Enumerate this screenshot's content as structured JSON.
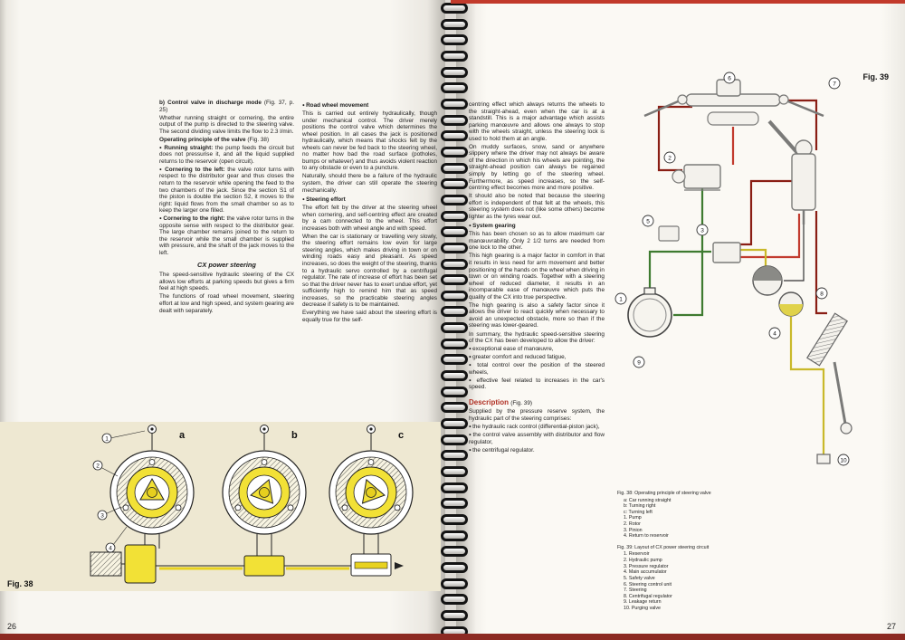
{
  "colors": {
    "diagram_yellow": "#f2e136",
    "line_dark_red": "#8a1e14",
    "line_red": "#c23b2e",
    "line_green": "#3e7b30",
    "line_yellow": "#c9b92a",
    "accent_red": "#b03024",
    "panel_cream": "#eee8d2"
  },
  "left_page": {
    "page_number": "26",
    "fig_label": "Fig. 38",
    "col1": [
      {
        "kind": "p",
        "lead": "b) Control valve in discharge mode",
        "text": "(Fig. 37, p. 25)"
      },
      {
        "kind": "p",
        "text": "Whether running straight or cornering, the entire output of the pump is directed to the steering valve. The second dividing valve limits the flow to 2.3 l/min."
      },
      {
        "kind": "p",
        "lead": "Operating principle of the valve",
        "text": "(Fig. 38)"
      },
      {
        "kind": "p",
        "bullet": true,
        "lead": "Running straight:",
        "text": "the pump feeds the circuit but does not pressurise it, and all the liquid supplied returns to the reservoir (open circuit)."
      },
      {
        "kind": "p",
        "bullet": true,
        "lead": "Cornering to the left:",
        "text": "the valve rotor turns with respect to the distributor gear and thus closes the return to the reservoir while opening the feed to the two chambers of the jack. Since the section S1 of the piston is double the section S2, it moves to the right: liquid flows from the small chamber so as to keep the larger one filled."
      },
      {
        "kind": "p",
        "bullet": true,
        "lead": "Cornering to the right:",
        "text": "the valve rotor turns in the opposite sense with respect to the distributor gear. The large chamber remains joined to the return to the reservoir while the small chamber is supplied with pressure, and the shaft of the jack moves to the left."
      },
      {
        "kind": "ih",
        "text": "CX power steering"
      },
      {
        "kind": "p",
        "text": "The speed-sensitive hydraulic steering of the CX allows low efforts at parking speeds but gives a firm feel at high speeds."
      },
      {
        "kind": "p",
        "text": "The functions of road wheel movement, steering effort at low and high speed, and system gearing are dealt with separately."
      }
    ],
    "col2": [
      {
        "kind": "bh",
        "bullet": true,
        "lead": "Road wheel movement"
      },
      {
        "kind": "p",
        "text": "This is carried out entirely hydraulically, though under mechanical control. The driver merely positions the control valve which determines the wheel position. In all cases the jack is positioned hydraulically, which means that shocks felt by the wheels can never be fed back to the steering wheel, no matter how bad the road surface (potholes, bumps or whatever) and thus avoids violent reaction to any obstacle or even to a puncture."
      },
      {
        "kind": "p",
        "text": "Naturally, should there be a failure of the hydraulic system, the driver can still operate the steering mechanically."
      },
      {
        "kind": "bh",
        "bullet": true,
        "lead": "Steering effort"
      },
      {
        "kind": "p",
        "text": "The effort felt by the driver at the steering wheel when cornering, and self-centring effect are created by a cam connected to the wheel. This effort increases both with wheel angle and with speed."
      },
      {
        "kind": "p",
        "text": "When the car is stationary or travelling very slowly, the steering effort remains low even for large steering angles, which makes driving in town or on winding roads easy and pleasant. As speed increases, so does the weight of the steering, thanks to a hydraulic servo controlled by a centrifugal regulator. The rate of increase of effort has been set so that the driver never has to exert undue effort, yet sufficiently high to remind him that as speed increases, so the practicable steering angles decrease if safety is to be maintained."
      },
      {
        "kind": "p",
        "text": "Everything we have said about the steering effort is equally true for the self-"
      }
    ],
    "fig38": {
      "labels": [
        "a",
        "b",
        "c"
      ],
      "callouts": [
        "1",
        "2",
        "3",
        "4"
      ]
    }
  },
  "right_page": {
    "page_number": "27",
    "fig_label": "Fig. 39",
    "col3": [
      {
        "kind": "p",
        "text": "centring effect which always returns the wheels to the straight-ahead, even when the car is at a standstill. This is a major advantage which assists parking manœuvre and allows one always to stop with the wheels straight, unless the steering lock is used to hold them at an angle."
      },
      {
        "kind": "p",
        "text": "On muddy surfaces, snow, sand or anywhere slippery where the driver may not always be aware of the direction in which his wheels are pointing, the straight-ahead position can always be regained simply by letting go of the steering wheel. Furthermore, as speed increases, so the self-centring effect becomes more and more positive."
      },
      {
        "kind": "p",
        "text": "It should also be noted that because the steering effort is independent of that felt at the wheels, this steering system does not (like some others) become lighter as the tyres wear out."
      },
      {
        "kind": "bh",
        "bullet": true,
        "lead": "System gearing"
      },
      {
        "kind": "p",
        "text": "This has been chosen so as to allow maximum car manœuvrability. Only 2 1/2 turns are needed from one lock to the other."
      },
      {
        "kind": "p",
        "text": "This high gearing is a major factor in comfort in that it results in less need for arm movement and better positioning of the hands on the wheel when driving in town or on winding roads. Together with a steering wheel of reduced diameter, it results in an incomparable ease of manœuvre which puts the quality of the CX into true perspective."
      },
      {
        "kind": "p",
        "text": "The high gearing is also a safety factor since it allows the driver to react quickly when necessary to avoid an unexpected obstacle, more so than if the steering was lower-geared."
      },
      {
        "kind": "p",
        "text": "In summary, the hydraulic speed-sensitive steering of the CX has been developed to allow the driver:"
      },
      {
        "kind": "p",
        "bullet": true,
        "text": "exceptional ease of manœuvre,"
      },
      {
        "kind": "p",
        "bullet": true,
        "text": "greater comfort and reduced fatigue,"
      },
      {
        "kind": "p",
        "bullet": true,
        "text": "total control over the position of the steered wheels,"
      },
      {
        "kind": "p",
        "bullet": true,
        "text": "effective feel related to increases in the car's speed."
      },
      {
        "kind": "desc",
        "lead": "Description",
        "text": "(Fig. 39)"
      },
      {
        "kind": "p",
        "text": "Supplied by the pressure reserve system, the hydraulic part of the steering comprises:"
      },
      {
        "kind": "p",
        "bullet": true,
        "text": "the hydraulic rack control (differential-piston jack),"
      },
      {
        "kind": "p",
        "bullet": true,
        "text": "the control valve assembly with distributor and flow regulator,"
      },
      {
        "kind": "p",
        "bullet": true,
        "text": "the centrifugal regulator."
      }
    ],
    "fig38_caption": {
      "title": "Fig. 38: Operating principle of steering valve",
      "lines": [
        "a: Car running straight",
        "b: Turning right",
        "c: Turning left",
        "1. Pump",
        "2. Rotor",
        "3. Pinion",
        "4. Return to reservoir"
      ]
    },
    "fig39_caption": {
      "title": "Fig. 39: Layout of CX power steering circuit",
      "lines": [
        "1. Reservoir",
        "2. Hydraulic pump",
        "3. Pressure regulator",
        "4. Main accumulator",
        "5. Safety valve",
        "6. Steering control unit",
        "7. Steering",
        "8. Centrifugal regulator",
        "9. Leakage return",
        "10. Purging valve"
      ]
    },
    "fig39": {
      "callouts": [
        "1",
        "2",
        "3",
        "4",
        "5",
        "6",
        "7",
        "8",
        "9",
        "10"
      ]
    }
  }
}
